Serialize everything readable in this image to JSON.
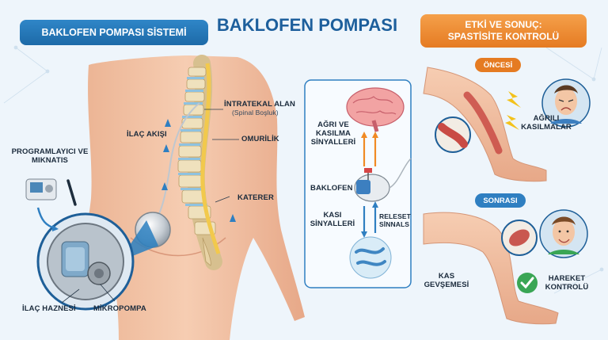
{
  "header": {
    "system_label": "BAKLOFEN POMPASI SİSTEMİ",
    "title": "BAKLOFEN POMPASI",
    "effect_label_line1": "ETKİ VE SONUÇ:",
    "effect_label_line2": "SPASTİSİTE KONTROLÜ"
  },
  "anatomy": {
    "intrathecal_line1": "İNTRATEKAL ALAN",
    "intrathecal_line2": "(Spinal Boşluk)",
    "drug_flow": "İLAÇ AKIŞI",
    "spinal_cord": "OMURİLİK",
    "catheter": "KATERER",
    "programmer_line1": "PROGRAMLAYICI VE",
    "programmer_line2": "MIKNATIS",
    "drug_reservoir": "İLAÇ HAZNESİ",
    "micropump": "MİKROPOMPA"
  },
  "mechanism": {
    "pain_line1": "AĞRI VE",
    "pain_line2": "KASILMA",
    "pain_line3": "SİNYALLERİ",
    "baclofen": "BAKLOFEN",
    "muscle_line1": "KASI",
    "muscle_line2": "SİNYALLERİ",
    "release_line1": "RELESET",
    "release_line2": "SİNNALS"
  },
  "effect": {
    "before": "ÖNCESİ",
    "painful_line1": "AĞRILI",
    "painful_line2": "KASILMALAR",
    "after": "SONRASI",
    "relax_line1": "KAS",
    "relax_line2": "GEVŞEMESİ",
    "control_line1": "HAREKET",
    "control_line2": "KONTROLÜ"
  },
  "colors": {
    "skin": "#f2c2a4",
    "spine": "#e8d7b0",
    "cord": "#f2c94c",
    "blue_accent": "#1d6aa8",
    "orange_accent": "#e57b22",
    "arrow_orange": "#f08a24",
    "arrow_blue": "#2f7fc1",
    "check_green": "#3aa655"
  }
}
